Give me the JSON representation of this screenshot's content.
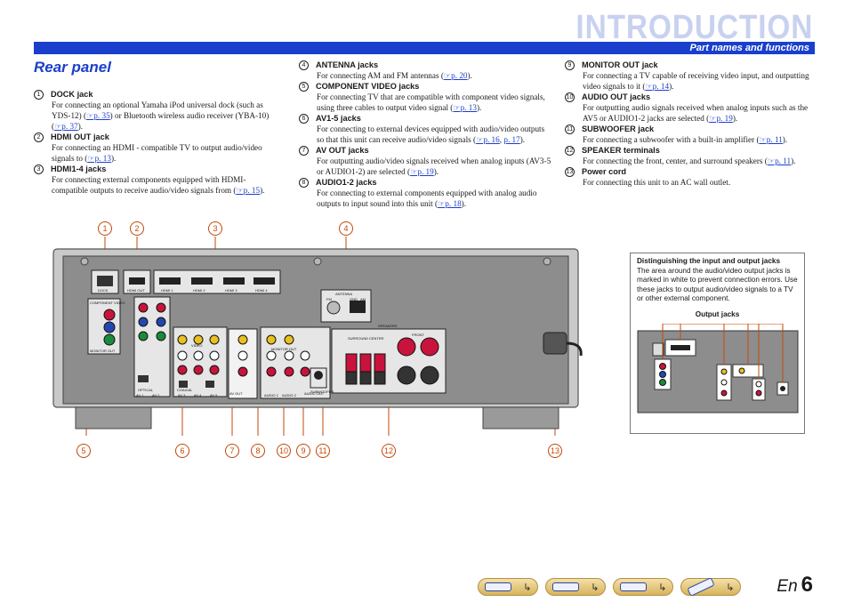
{
  "header": {
    "chapter": "INTRODUCTION",
    "section": "Part names and functions",
    "page_heading": "Rear panel"
  },
  "items": [
    {
      "num": "1",
      "title": "DOCK jack",
      "desc": "For connecting an optional Yamaha iPod universal dock (such as YDS-12) (",
      "ref": "☞p. 35",
      "desc2": ") or Bluetooth wireless audio receiver (YBA-10) (",
      "ref2": "☞p. 37",
      "desc3": ")."
    },
    {
      "num": "2",
      "title": "HDMI OUT jack",
      "desc": "For connecting an HDMI - compatible TV to output audio/video signals to (",
      "ref": "☞p. 13",
      "desc2": ").",
      "ref2": "",
      "desc3": ""
    },
    {
      "num": "3",
      "title": "HDMI1-4 jacks",
      "desc": "For connecting external components equipped with HDMI-compatible outputs to receive audio/video signals from (",
      "ref": "☞p. 15",
      "desc2": ").",
      "ref2": "",
      "desc3": ""
    },
    {
      "num": "4",
      "title": "ANTENNA jacks",
      "desc": "For connecting AM and FM antennas (",
      "ref": "☞p. 20",
      "desc2": ").",
      "ref2": "",
      "desc3": ""
    },
    {
      "num": "5",
      "title": "COMPONENT VIDEO jacks",
      "desc": "For connecting TV that are compatible with component video signals, using three cables to output video signal (",
      "ref": "☞p. 13",
      "desc2": ").",
      "ref2": "",
      "desc3": ""
    },
    {
      "num": "6",
      "title": "AV1-5 jacks",
      "desc": "For connecting to external devices equipped with audio/video outputs so that this unit can receive audio/video signals (",
      "ref": "☞p. 16",
      "desc2": ", ",
      "ref2": "p. 17",
      "desc3": ")."
    },
    {
      "num": "7",
      "title": "AV OUT jacks",
      "desc": "For outputting audio/video signals received when analog inputs (AV3-5 or AUDIO1-2) are selected (",
      "ref": "☞p. 19",
      "desc2": ").",
      "ref2": "",
      "desc3": ""
    },
    {
      "num": "8",
      "title": "AUDIO1-2 jacks",
      "desc": "For connecting to external components equipped with analog audio outputs to input sound into this unit (",
      "ref": "☞p. 18",
      "desc2": ").",
      "ref2": "",
      "desc3": ""
    },
    {
      "num": "9",
      "title": "MONITOR OUT jack",
      "desc": "For connecting a TV capable of receiving video input, and outputting video signals to it (",
      "ref": "☞p. 14",
      "desc2": ").",
      "ref2": "",
      "desc3": ""
    },
    {
      "num": "10",
      "title": "AUDIO OUT jacks",
      "desc": "For outputting audio signals received when analog inputs such as the AV5 or AUDIO1-2 jacks are selected (",
      "ref": "☞p. 19",
      "desc2": ").",
      "ref2": "",
      "desc3": ""
    },
    {
      "num": "11",
      "title": "SUBWOOFER jack",
      "desc": "For connecting a subwoofer with a built-in amplifier (",
      "ref": "☞p. 11",
      "desc2": ").",
      "ref2": "",
      "desc3": ""
    },
    {
      "num": "12",
      "title": "SPEAKER terminals",
      "desc": "For connecting the front, center, and surround speakers (",
      "ref": "☞p. 11",
      "desc2": ").",
      "ref2": "",
      "desc3": ""
    },
    {
      "num": "13",
      "title": "Power cord",
      "desc": "For connecting this unit to an AC wall outlet.",
      "ref": "",
      "desc2": "",
      "ref2": "",
      "desc3": ""
    }
  ],
  "callouts": {
    "c1": "1",
    "c2": "2",
    "c3": "3",
    "c4": "4",
    "c5": "5",
    "c6": "6",
    "c7": "7",
    "c8": "8",
    "c10": "10",
    "c9": "9",
    "c11": "11",
    "c12": "12",
    "c13": "13"
  },
  "panel_labels": {
    "dock": "DOCK",
    "hdmi_out": "HDMI OUT",
    "hdmi1": "HDMI 1",
    "hdmi2": "HDMI 2",
    "hdmi3": "HDMI 3",
    "hdmi4": "HDMI 4",
    "antenna": "ANTENNA",
    "fm": "FM",
    "gnd": "GND",
    "am": "AM",
    "speakers": "SPEAKERS",
    "front": "FRONT",
    "surround": "SURROUND",
    "center": "CENTER",
    "monitor_out": "MONITOR OUT",
    "component_video": "COMPONENT VIDEO",
    "subwoofer": "SUBWOOFER",
    "av_out": "AV OUT",
    "audio_out": "AUDIO OUT",
    "video": "VIDEO",
    "optical": "OPTICAL",
    "coaxial": "COAXIAL",
    "av1": "AV 1",
    "av2": "AV 2",
    "av3": "AV 3",
    "av4": "AV 4",
    "av5": "AV 5",
    "audio1": "AUDIO 1",
    "audio2": "AUDIO 2"
  },
  "note": {
    "title": "Distinguishing the input and output jacks",
    "body": "The area around the audio/video output jacks is marked in white to prevent connection errors. Use these jacks to output audio/video signals to a TV or other external component.",
    "subtitle": "Output jacks"
  },
  "footer": {
    "lang": "En",
    "page": "6"
  },
  "colors": {
    "accent": "#1a3fcc",
    "callout": "#c04a0a",
    "chapter_title": "#c8d1ef"
  }
}
